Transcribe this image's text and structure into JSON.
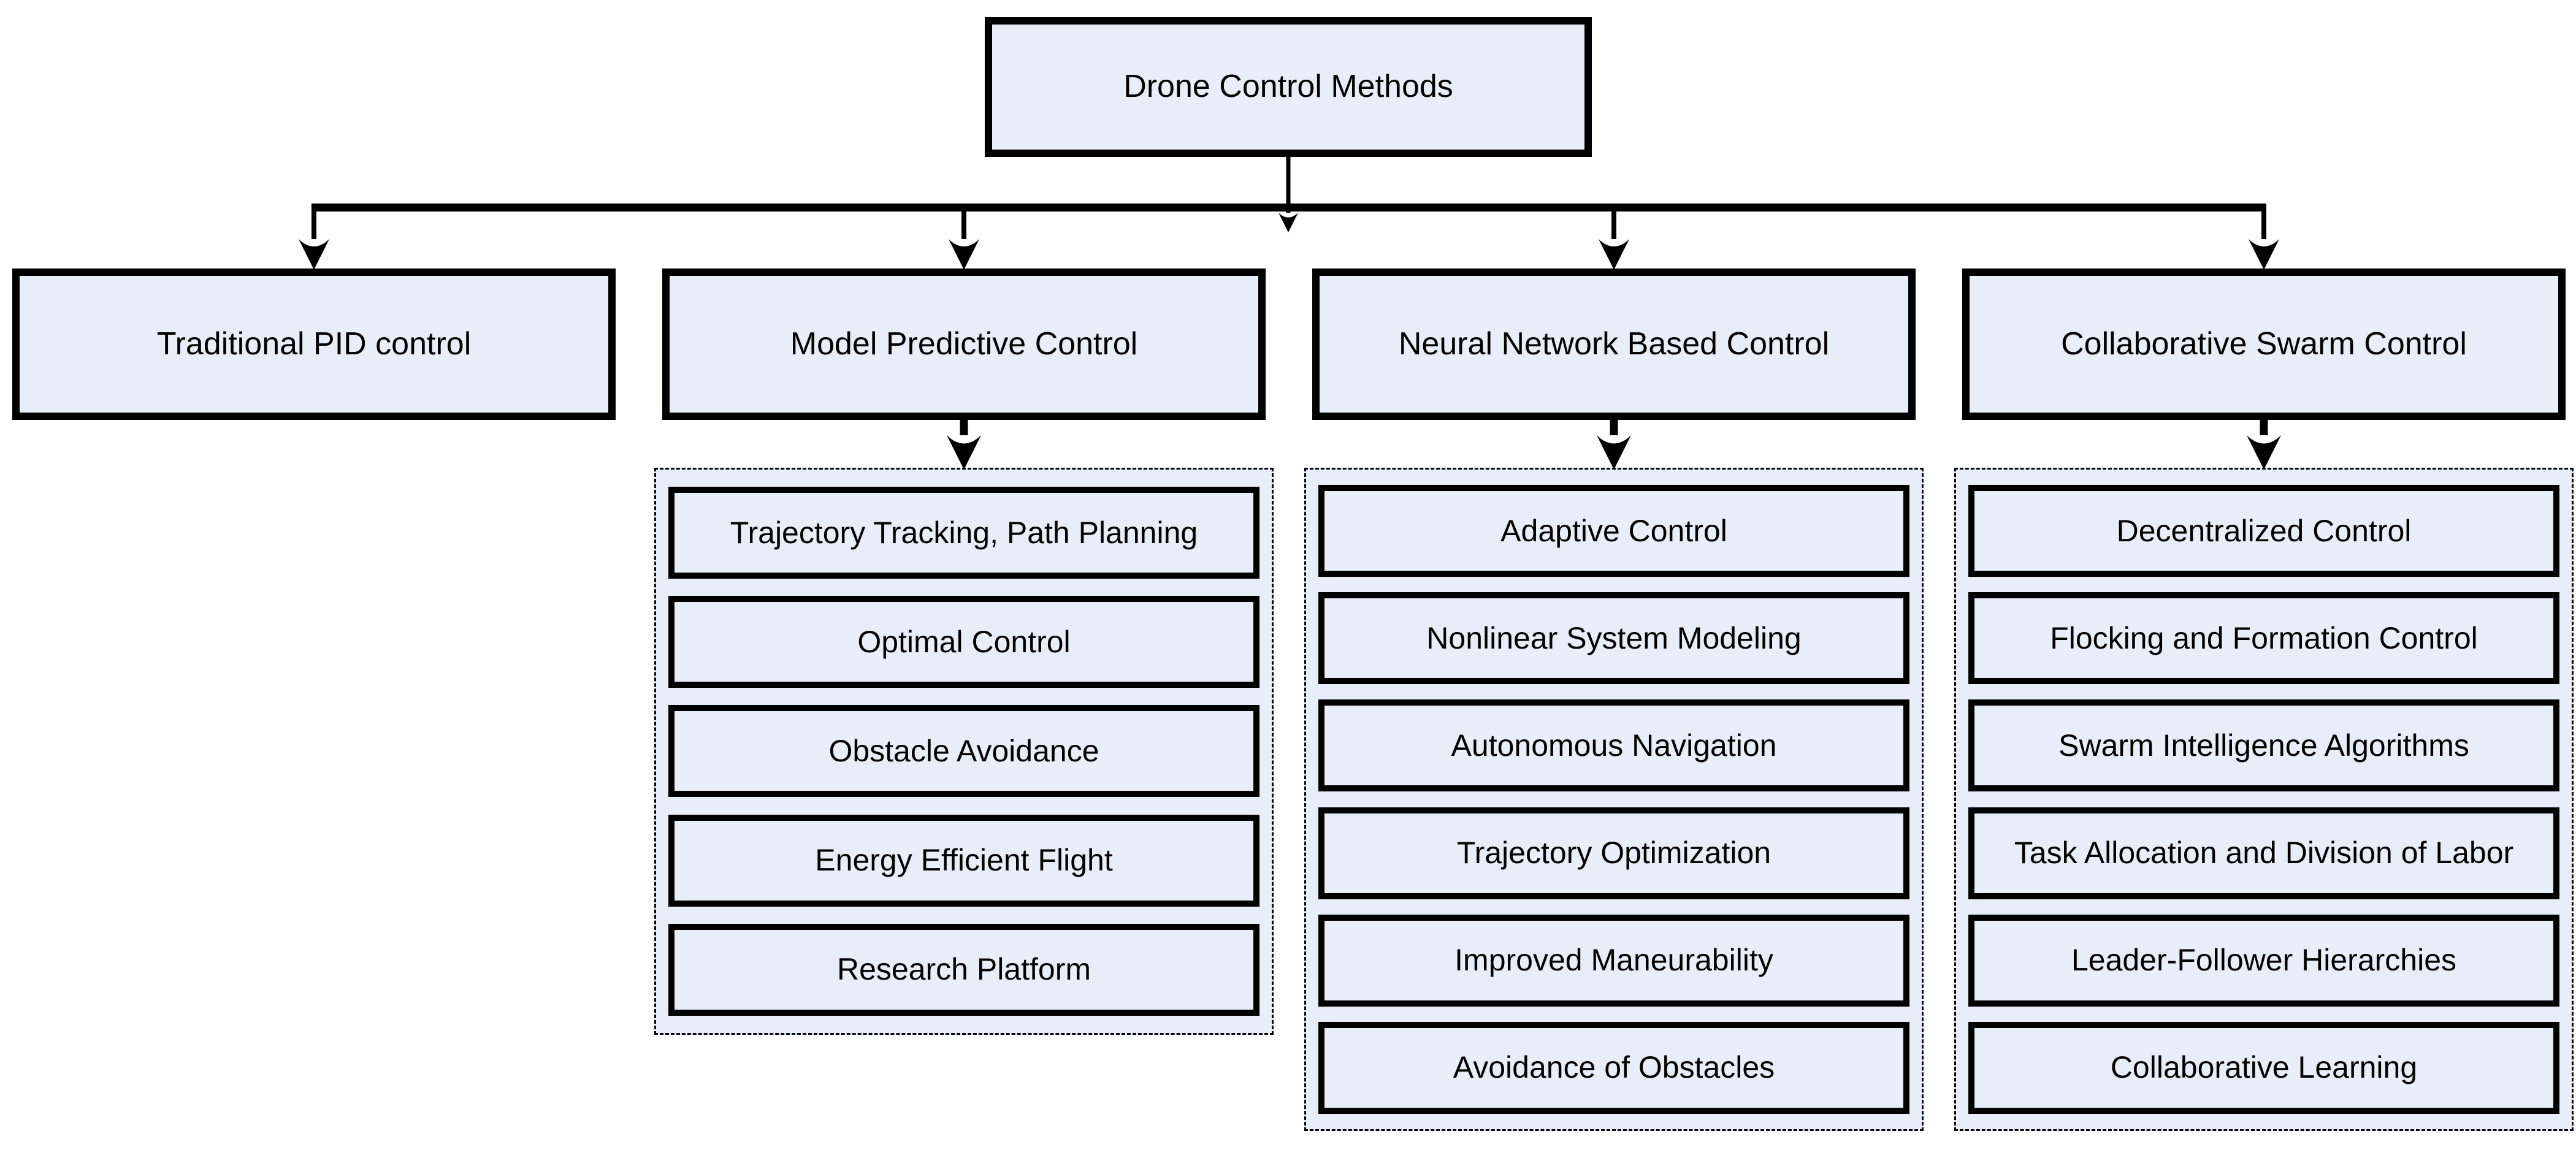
{
  "diagram": {
    "root": {
      "label": "Drone Control Methods"
    },
    "branches": [
      {
        "label": "Traditional PID control",
        "items": []
      },
      {
        "label": "Model Predictive Control",
        "items": [
          "Trajectory Tracking, Path Planning",
          "Optimal Control",
          "Obstacle Avoidance",
          "Energy Efficient Flight",
          "Research Platform"
        ]
      },
      {
        "label": "Neural Network Based Control",
        "items": [
          "Adaptive Control",
          "Nonlinear System Modeling",
          "Autonomous Navigation",
          "Trajectory Optimization",
          "Improved Maneurability",
          "Avoidance of Obstacles"
        ]
      },
      {
        "label": "Collaborative Swarm Control",
        "items": [
          "Decentralized Control",
          "Flocking and Formation Control",
          "Swarm Intelligence Algorithms",
          "Task Allocation and Division of Labor",
          "Leader-Follower Hierarchies",
          "Collaborative Learning"
        ]
      }
    ],
    "colors": {
      "box_fill": "#e8eef7",
      "border": "#000000",
      "background": "#ffffff"
    }
  }
}
